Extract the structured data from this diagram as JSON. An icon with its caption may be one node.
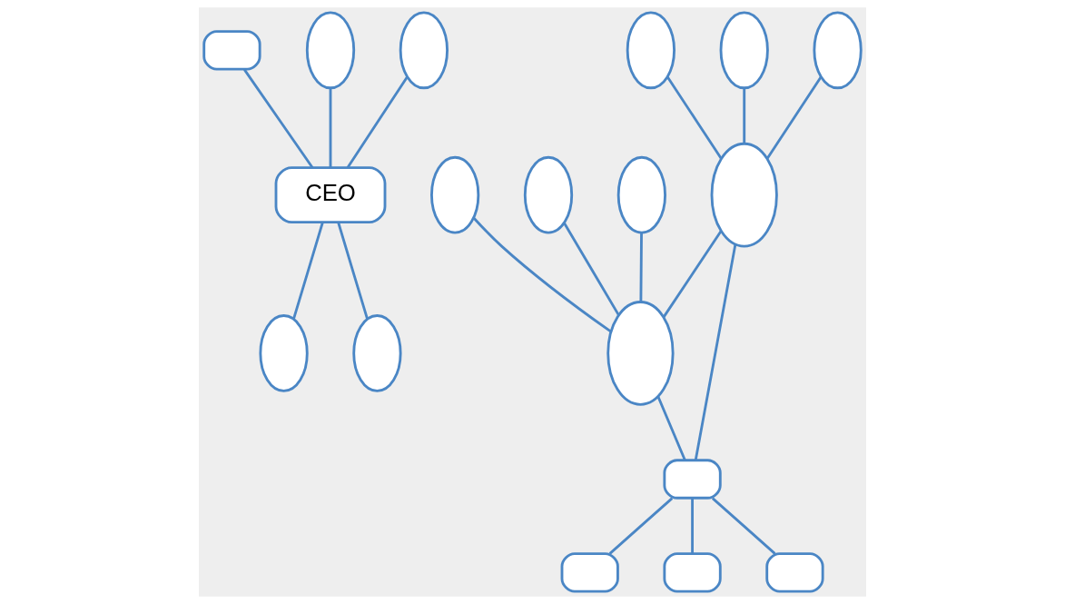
{
  "diagram": {
    "nodes": [
      {
        "text": [],
        "shape": "box"
      },
      {
        "text": [],
        "shape": "ellipse"
      },
      {
        "text": [],
        "shape": "ellipse"
      },
      {
        "text": [
          "CEO"
        ]
      },
      {
        "text": [],
        "shape": "ellipse"
      },
      {
        "text": [],
        "shape": "ellipse"
      },
      {
        "text": [],
        "shape": "ellipse"
      },
      {
        "text": [],
        "shape": "ellipse"
      },
      {
        "text": [],
        "shape": "ellipse"
      },
      {
        "text": [],
        "shape": "ellipse"
      },
      {
        "text": [],
        "shape": "ellipse"
      },
      {
        "text": [],
        "shape": "ellipse"
      },
      {
        "text": [],
        "shape": "ellipse"
      },
      {
        "text": [],
        "shape": "ellipse"
      },
      {
        "text": [],
        "shape": "box"
      },
      {
        "text": [],
        "shape": "box"
      },
      {
        "text": [],
        "shape": "box"
      },
      {
        "text": [],
        "shape": "box"
      }
    ],
    "edges": [
      {
        "from": 0,
        "to": 3,
        "arrow": "none"
      },
      {
        "from": 1,
        "to": 3,
        "arrow": "none"
      },
      {
        "from": 2,
        "to": 3,
        "arrow": "none"
      },
      {
        "from": 3,
        "to": 4,
        "arrow": "none"
      },
      {
        "from": 3,
        "to": 5,
        "arrow": "none"
      },
      {
        "from": 6,
        "to": 11,
        "arrow": "none"
      },
      {
        "from": 8,
        "to": 11,
        "arrow": "none"
      },
      {
        "from": 10,
        "to": 11,
        "arrow": "none"
      },
      {
        "from": 7,
        "to": 12,
        "arrow": "none"
      },
      {
        "from": 9,
        "to": 12,
        "arrow": "none"
      },
      {
        "from": 13,
        "to": 12,
        "arrow": "none"
      },
      {
        "from": 11,
        "to": 12,
        "arrow": "none"
      },
      {
        "from": 11,
        "to": 14,
        "arrow": "none"
      },
      {
        "from": 12,
        "to": 14,
        "arrow": "none"
      },
      {
        "from": 14,
        "to": 15,
        "arrow": "none"
      },
      {
        "from": 14,
        "to": 16,
        "arrow": "none"
      },
      {
        "from": 14,
        "to": 17,
        "arrow": "none"
      }
    ]
  }
}
